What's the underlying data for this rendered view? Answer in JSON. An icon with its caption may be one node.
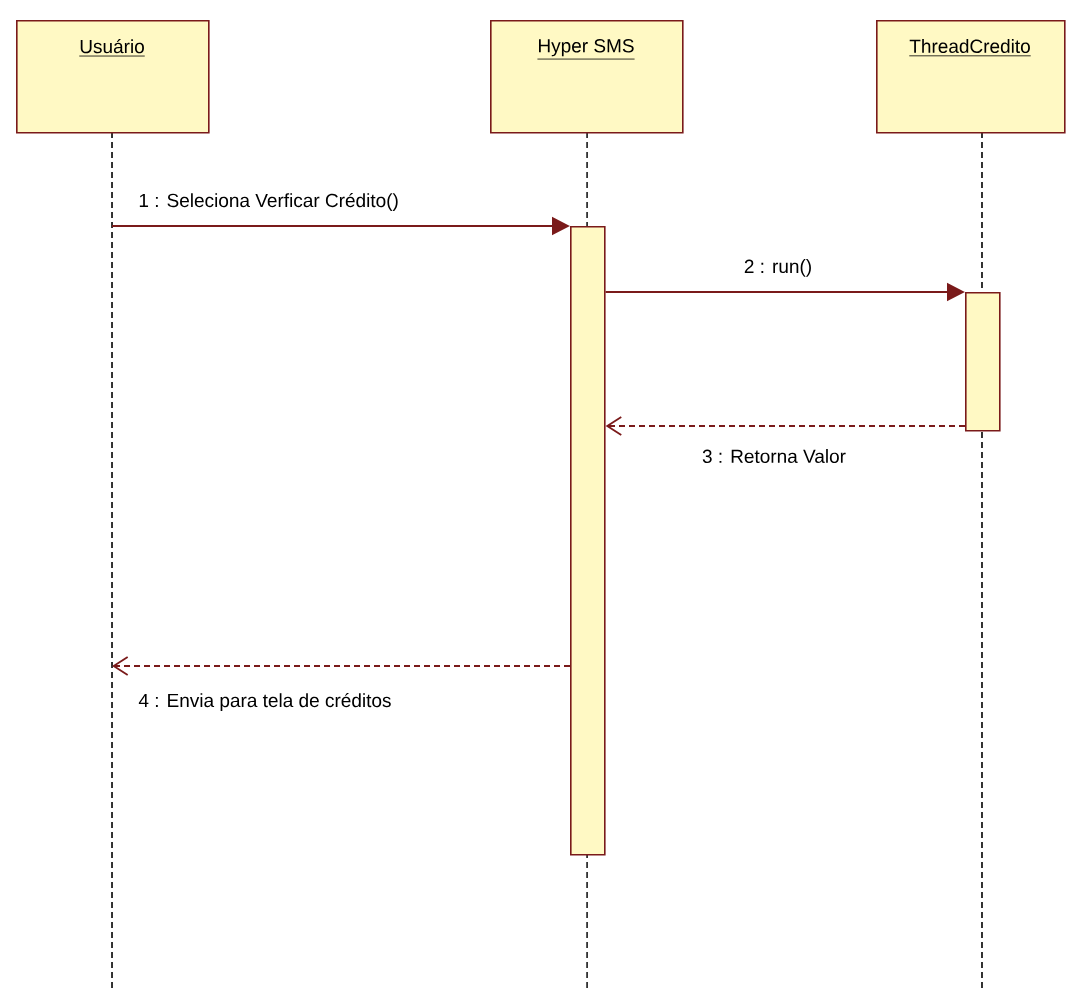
{
  "diagram": {
    "nodes": [
      {
        "text": [
          "Usuário"
        ]
      },
      {
        "text": [
          "Hyper SMS"
        ]
      },
      {
        "text": [
          "ThreadCredito"
        ]
      },
      {
        "text": [],
        "shape": "bar",
        "in": 1
      },
      {
        "text": [],
        "shape": "bar",
        "in": 2
      }
    ],
    "edges": [
      {
        "from": 0,
        "to": 3,
        "arrow": "to",
        "label": "1 : Seleciona Verficar Crédito()"
      },
      {
        "from": 3,
        "to": 4,
        "arrow": "to",
        "label": "2 : run()"
      },
      {
        "from": 4,
        "to": 3,
        "arrow": "to",
        "label": "3 : Retorna Valor",
        "style": "dashed"
      },
      {
        "from": 3,
        "to": 0,
        "arrow": "to",
        "label": "4 : Envia para tela de créditos",
        "style": "dashed"
      }
    ]
  }
}
